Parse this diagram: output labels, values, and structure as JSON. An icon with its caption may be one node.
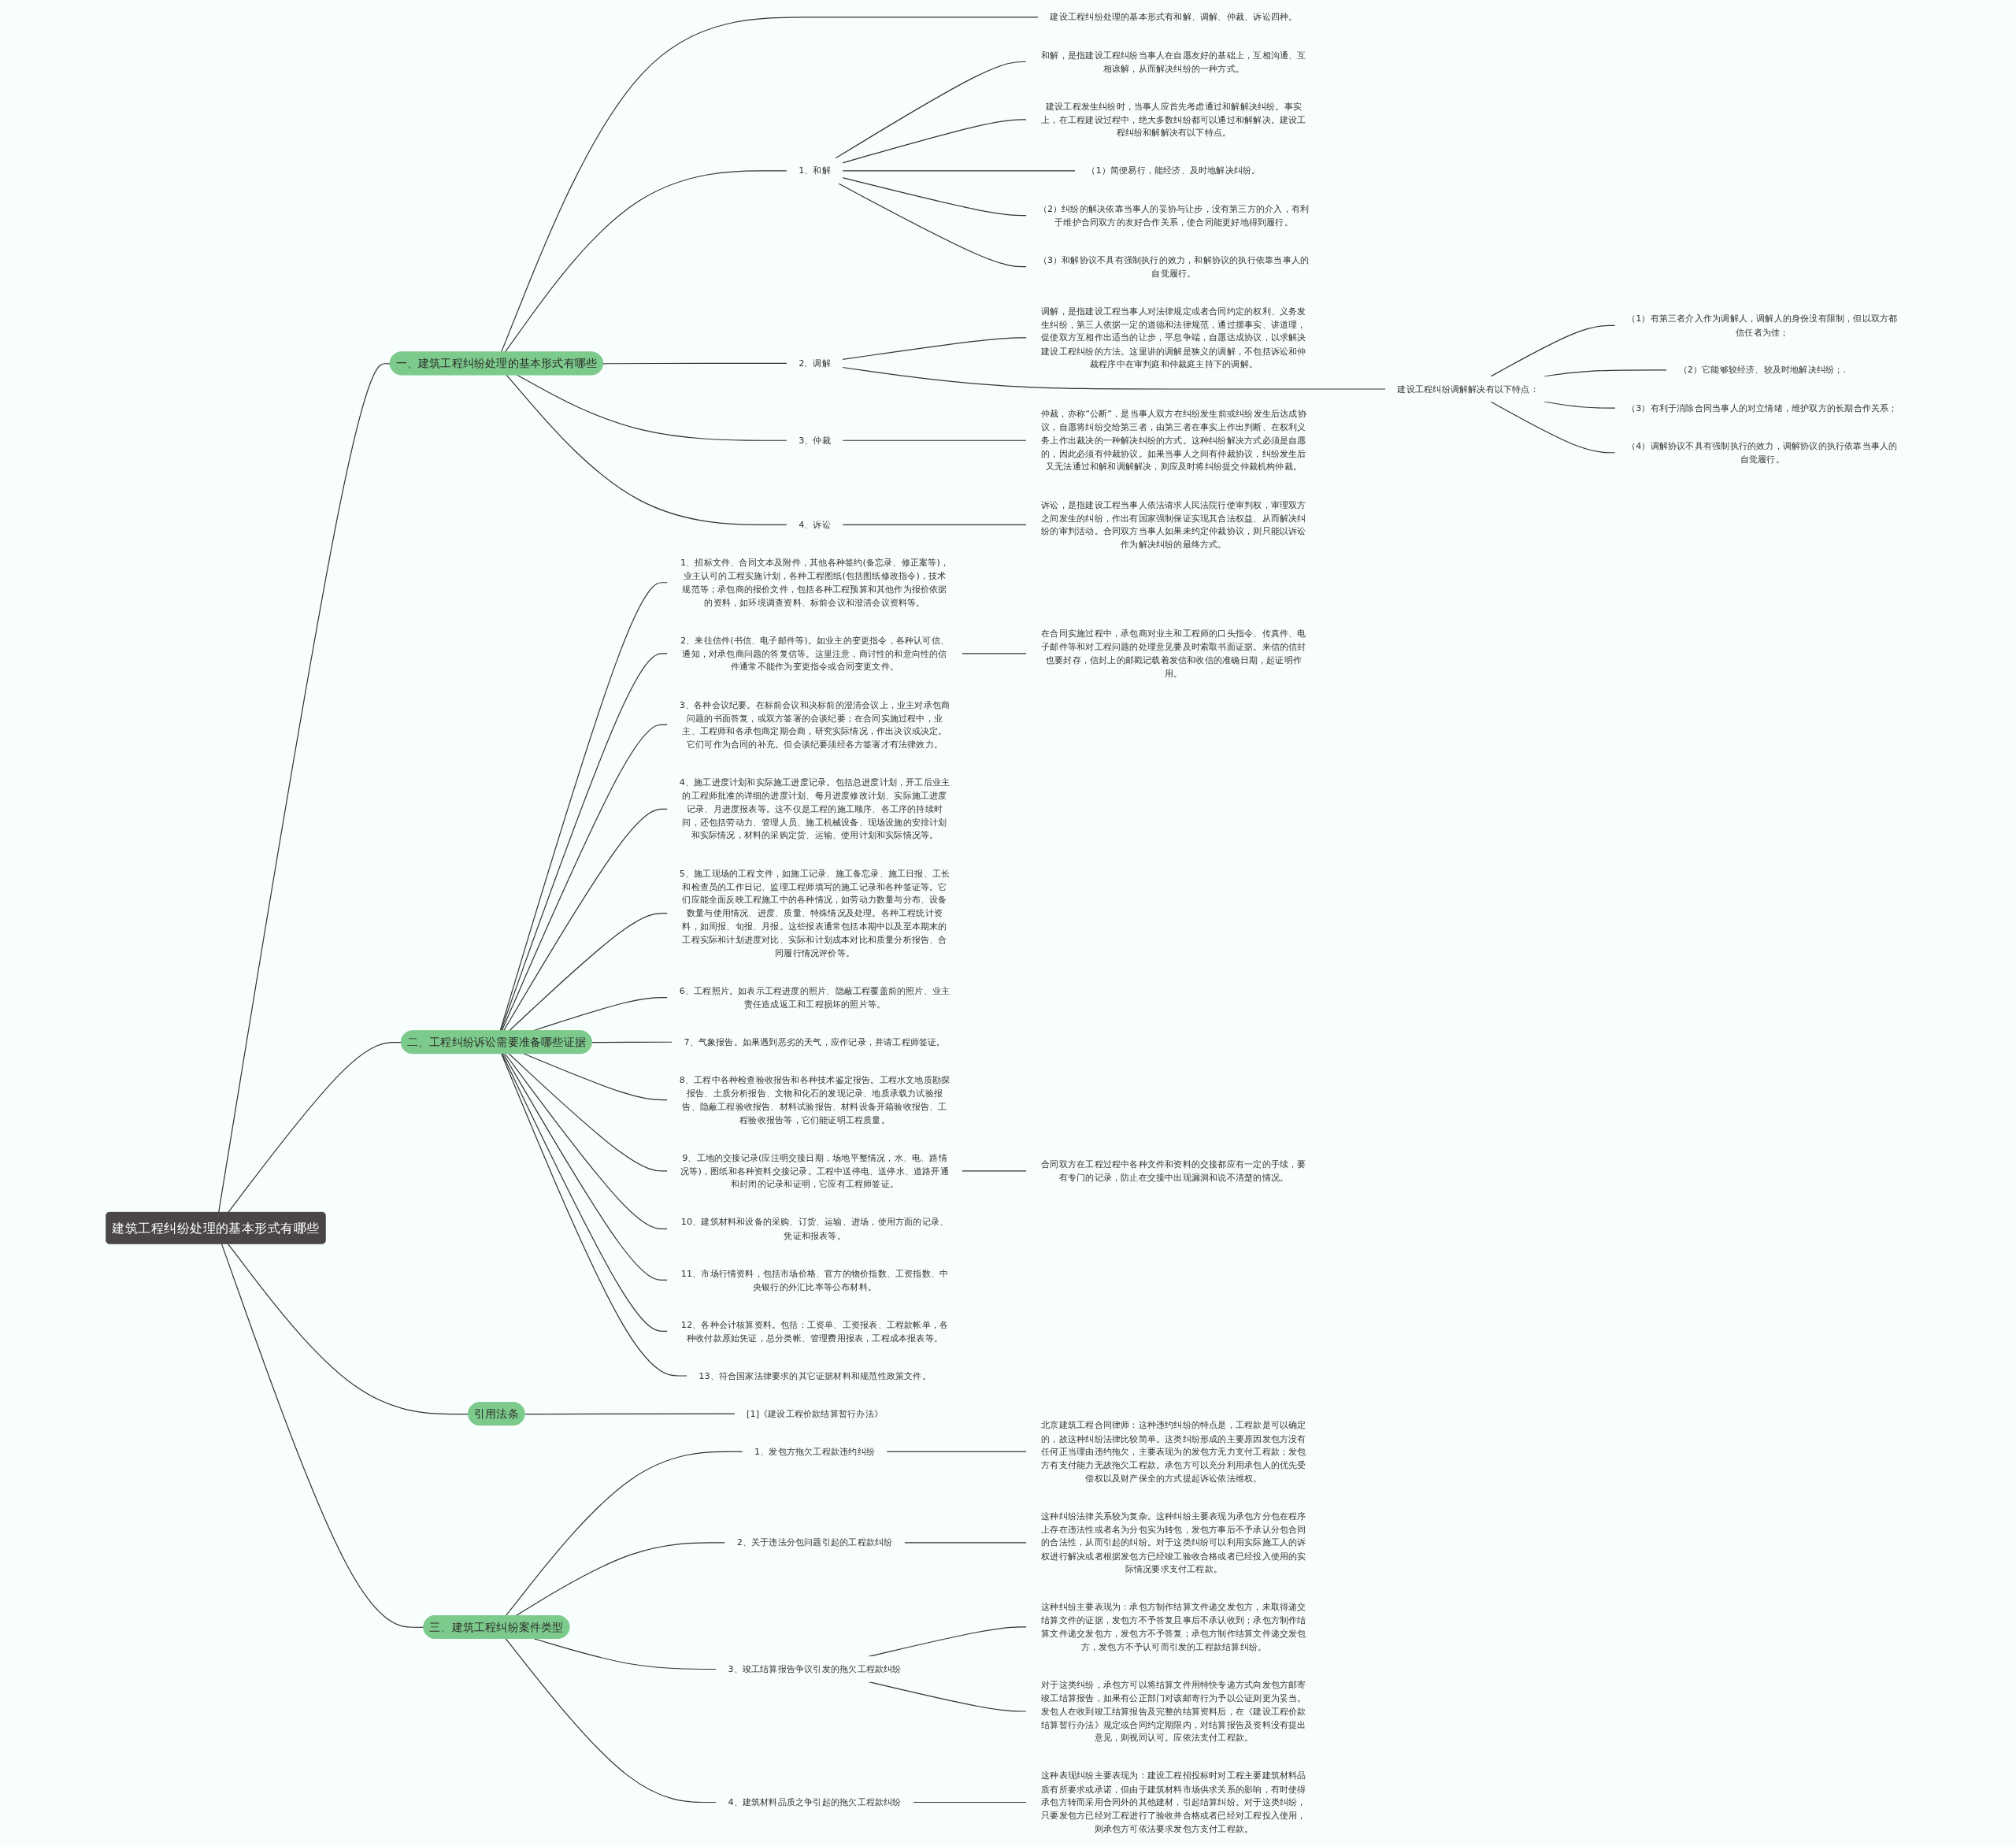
{
  "diagram": {
    "nodes": [
      {
        "text": [
          "建筑工程纠纷处理的基本形式有哪些"
        ]
      },
      {
        "text": [
          "一、建筑工程纠纷处理的基本形式有哪些"
        ]
      },
      {
        "text": [
          "建设工程纠纷处理的基本形式有和解、调解、仲裁、诉讼四种。"
        ]
      },
      {
        "text": [
          "1、和解"
        ]
      },
      {
        "text": [
          "和解，是指建设工程纠纷当事人在自愿友好的基础上，互相沟通、互相谅解，从而解决纠纷的一种方式。"
        ]
      },
      {
        "text": [
          "建设工程发生纠纷时，当事人应首先考虑通过和解解决纠纷。事实上，在工程建设过程中，绝大多数纠纷都可以通过和解解决。建设工程纠纷和解解决有以下特点。"
        ]
      },
      {
        "text": [
          "（1）简便易行，能经济、及时地解决纠纷。"
        ]
      },
      {
        "text": [
          "（2）纠纷的解决依靠当事人的妥协与让步，没有第三方的介入，有利于维护合同双方的友好合作关系，使合同能更好地得到履行。"
        ]
      },
      {
        "text": [
          "（3）和解协议不具有强制执行的效力，和解协议的执行依靠当事人的自觉履行。"
        ]
      },
      {
        "text": [
          "2、调解"
        ]
      },
      {
        "text": [
          "调解，是指建设工程当事人对法律规定或者合同约定的权利、义务发生纠纷，第三人依据一定的道德和法律规范，通过摆事实、讲道理，促使双方互相作出适当的让步，平息争端，自愿达成协议，以求解决建设工程纠纷的方法。这里讲的调解是狭义的调解，不包括诉讼和仲裁程序中在审判庭和仲裁庭主持下的调解。"
        ]
      },
      {
        "text": [
          "建设工程纠纷调解解决有以下特点："
        ]
      },
      {
        "text": [
          "（1）有第三者介入作为调解人，调解人的身份没有限制，但以双方都信任者为佳；"
        ]
      },
      {
        "text": [
          "（2）它能够较经济、较及时地解决纠纷；."
        ]
      },
      {
        "text": [
          "（3）有利于消除合同当事人的对立情绪，维护双方的长期合作关系；"
        ]
      },
      {
        "text": [
          "（4）调解协议不具有强制执行的效力，调解协议的执行依靠当事人的自觉履行。"
        ]
      },
      {
        "text": [
          "3、仲裁"
        ]
      },
      {
        "text": [
          "仲裁，亦称“公断”，是当事人双方在纠纷发生前或纠纷发生后达成协议，自愿将纠纷交给第三者，由第三者在事实上作出判断、在权利义务上作出裁决的一种解决纠纷的方式。这种纠纷解决方式必须是自愿的，因此必须有仲裁协议。如果当事人之间有仲裁协议，纠纷发生后又无法通过和解和调解解决，则应及时将纠纷提交仲裁机构仲裁。"
        ]
      },
      {
        "text": [
          "4、诉讼"
        ]
      },
      {
        "text": [
          "诉讼，是指建设工程当事人依法请求人民法院行使审判权，审理双方之间发生的纠纷，作出有国家强制保证实现其合法权益、从而解决纠纷的审判活动。合同双方当事人如果未约定仲裁协议，则只能以诉讼作为解决纠纷的最终方式。"
        ]
      },
      {
        "text": [
          "二、工程纠纷诉讼需要准备哪些证据"
        ]
      },
      {
        "text": [
          "1、招标文件、合同文本及附件，其他各种签约(备忘录、修正案等)，业主认可的工程实施计划，各种工程图纸(包括图纸修改指令)，技术规范等；承包商的报价文件，包括各种工程预算和其他作为报价依据的资料，如环境调查资料、标前会议和澄清会议资料等。"
        ]
      },
      {
        "text": [
          "2、来往信件(书信、电子邮件等)。如业主的变更指令，各种认可信、通知，对承包商问题的答复信等。这里注意，商讨性的和意向性的信件通常不能作为变更指令或合同变更文件。"
        ]
      },
      {
        "text": [
          "在合同实施过程中，承包商对业主和工程师的口头指令、传真件、电子邮件等和对工程问题的处理意见要及时索取书面证据。来信的信封也要封存，信封上的邮戳记载着发信和收信的准确日期，起证明作用。"
        ]
      },
      {
        "text": [
          "3、各种会议纪要。在标前会议和决标前的澄清会议上，业主对承包商问题的书面答复，或双方签署的会谈纪要；在合同实施过程中，业主、工程师和各承包商定期会商，研究实际情况，作出决议或决定。它们可作为合同的补充。但会谈纪要须经各方签署才有法律效力。"
        ]
      },
      {
        "text": [
          "4、施工进度计划和实际施工进度记录。包括总进度计划，开工后业主的工程师批准的详细的进度计划、每月进度修改计划、实际施工进度记录、月进度报表等。这不仅是工程的施工顺序、各工序的持续时间，还包括劳动力、管理人员、施工机械设备、现场设施的安排计划和实际情况，材料的采购定货、运输、使用计划和实际情况等。"
        ]
      },
      {
        "text": [
          "5、施工现场的工程文件，如施工记录、施工备忘录、施工日报、工长和检查员的工作日记、监理工程师填写的施工记录和各种签证等。它们应能全面反映工程施工中的各种情况，如劳动力数量与分布、设备数量与使用情况、进度、质量、特殊情况及处理。各种工程统计资料，如周报、旬报、月报。这些报表通常包括本期中以及至本期末的工程实际和计划进度对比、实际和计划成本对比和质量分析报告、合同履行情况评价等。"
        ]
      },
      {
        "text": [
          "6、工程照片。如表示工程进度的照片、隐蔽工程覆盖前的照片、业主责任造成返工和工程损坏的照片等。"
        ]
      },
      {
        "text": [
          "7、气象报告。如果遇到恶劣的天气，应作记录，并请工程师签证。"
        ]
      },
      {
        "text": [
          "8、工程中各种检查验收报告和各种技术鉴定报告。工程水文地质勘探报告、土质分析报告、文物和化石的发现记录、地质承载力试验报告、隐蔽工程验收报告、材料试验报告、材料设备开箱验收报告、工程验收报告等，它们能证明工程质量。"
        ]
      },
      {
        "text": [
          "9、工地的交接记录(应注明交接日期，场地平整情况，水、电、路情况等)，图纸和各种资料交接记录。工程中送停电、送停水、道路开通和封闭的记录和证明，它应有工程师签证。"
        ]
      },
      {
        "text": [
          "合同双方在工程过程中各种文件和资料的交接都应有一定的手续，要有专门的记录，防止在交接中出现漏洞和说不清楚的情况。"
        ]
      },
      {
        "text": [
          "10、建筑材料和设备的采购、订货、运输、进场，使用方面的记录、凭证和报表等。"
        ]
      },
      {
        "text": [
          "11、市场行情资料，包括市场价格、官方的物价指数、工资指数、中央银行的外汇比率等公布材料。"
        ]
      },
      {
        "text": [
          "12、各种会计核算资料。包括：工资单、工资报表、工程款帐单，各种收付款原始凭证，总分类帐、管理费用报表，工程成本报表等。"
        ]
      },
      {
        "text": [
          "13、符合国家法律要求的其它证据材料和规范性政策文件。"
        ]
      },
      {
        "text": [
          "引用法条"
        ]
      },
      {
        "text": [
          "[1]《建设工程价款结算暂行办法》"
        ]
      },
      {
        "text": [
          "三、建筑工程纠纷案件类型"
        ]
      },
      {
        "text": [
          "1、发包方拖欠工程款违约纠纷"
        ]
      },
      {
        "text": [
          "北京建筑工程合同律师：这种违约纠纷的特点是，工程款是可以确定的，故这种纠纷法律比较简单。这类纠纷形成的主要原因发包方没有任何正当理由违约拖欠，主要表现为的发包方无力支付工程款；发包方有支付能力无故拖欠工程款。承包方可以充分利用承包人的优先受偿权以及财产保全的方式提起诉讼依法维权。"
        ]
      },
      {
        "text": [
          "2、关于违法分包问题引起的工程款纠纷"
        ]
      },
      {
        "text": [
          "这种纠纷法律关系较为复杂。这种纠纷主要表现为承包方分包在程序上存在违法性或者名为分包实为转包，发包方事后不予承认分包合同的合法性，从而引起的纠纷。对于这类纠纷可以利用实际施工人的诉权进行解决或者根据发包方已经竣工验收合格或者已经投入使用的实际情况要求支付工程款。"
        ]
      },
      {
        "text": [
          "3、竣工结算报告争议引发的拖欠工程款纠纷"
        ]
      },
      {
        "text": [
          "这种纠纷主要表现为：承包方制作结算文件递交发包方，未取得递交结算文件的证据，发包方不予答复且事后不承认收到；承包方制作结算文件递交发包方，发包方不予答复；承包方制作结算文件递交发包方，发包方不予认可而引发的工程款结算纠纷。"
        ]
      },
      {
        "text": [
          "对于这类纠纷，承包方可以将结算文件用特快专递方式向发包方邮寄竣工结算报告，如果有公正部门对该邮寄行为予以公证则更为妥当。发包人在收到竣工结算报告及完整的结算资料后，在《建设工程价款结算暂行办法》规定或合同约定期限内，对结算报告及资料没有提出意见，则视同认可。应依法支付工程款。"
        ]
      },
      {
        "text": [
          "4、建筑材料品质之争引起的拖欠工程款纠纷"
        ]
      },
      {
        "text": [
          "这种表现纠纷主要表现为：建设工程招投标时对工程主要建筑材料品质有所要求或承诺，但由于建筑材料市场供求关系的影响，有时使得承包方转而采用合同外的其他建材，引起结算纠纷。对于这类纠纷，只要发包方已经对工程进行了验收并合格或者已经对工程投入使用，则承包方可依法要求发包方支付工程款。"
        ]
      }
    ],
    "edges": [
      {
        "from": 0,
        "to": 1,
        "arrow": "none"
      },
      {
        "from": 1,
        "to": 2,
        "arrow": "none"
      },
      {
        "from": 1,
        "to": 3,
        "arrow": "none"
      },
      {
        "from": 3,
        "to": 4,
        "arrow": "none"
      },
      {
        "from": 3,
        "to": 5,
        "arrow": "none"
      },
      {
        "from": 3,
        "to": 6,
        "arrow": "none"
      },
      {
        "from": 3,
        "to": 7,
        "arrow": "none"
      },
      {
        "from": 3,
        "to": 8,
        "arrow": "none"
      },
      {
        "from": 1,
        "to": 9,
        "arrow": "none"
      },
      {
        "from": 9,
        "to": 10,
        "arrow": "none"
      },
      {
        "from": 9,
        "to": 11,
        "arrow": "none"
      },
      {
        "from": 11,
        "to": 12,
        "arrow": "none"
      },
      {
        "from": 11,
        "to": 13,
        "arrow": "none"
      },
      {
        "from": 11,
        "to": 14,
        "arrow": "none"
      },
      {
        "from": 11,
        "to": 15,
        "arrow": "none"
      },
      {
        "from": 1,
        "to": 16,
        "arrow": "none"
      },
      {
        "from": 16,
        "to": 17,
        "arrow": "none"
      },
      {
        "from": 1,
        "to": 18,
        "arrow": "none"
      },
      {
        "from": 18,
        "to": 19,
        "arrow": "none"
      },
      {
        "from": 0,
        "to": 20,
        "arrow": "none"
      },
      {
        "from": 20,
        "to": 21,
        "arrow": "none"
      },
      {
        "from": 20,
        "to": 22,
        "arrow": "none"
      },
      {
        "from": 22,
        "to": 23,
        "arrow": "none"
      },
      {
        "from": 20,
        "to": 24,
        "arrow": "none"
      },
      {
        "from": 20,
        "to": 25,
        "arrow": "none"
      },
      {
        "from": 20,
        "to": 26,
        "arrow": "none"
      },
      {
        "from": 20,
        "to": 27,
        "arrow": "none"
      },
      {
        "from": 20,
        "to": 28,
        "arrow": "none"
      },
      {
        "from": 20,
        "to": 29,
        "arrow": "none"
      },
      {
        "from": 20,
        "to": 30,
        "arrow": "none"
      },
      {
        "from": 30,
        "to": 31,
        "arrow": "none"
      },
      {
        "from": 20,
        "to": 32,
        "arrow": "none"
      },
      {
        "from": 20,
        "to": 33,
        "arrow": "none"
      },
      {
        "from": 20,
        "to": 34,
        "arrow": "none"
      },
      {
        "from": 20,
        "to": 35,
        "arrow": "none"
      },
      {
        "from": 0,
        "to": 36,
        "arrow": "none"
      },
      {
        "from": 36,
        "to": 37,
        "arrow": "none"
      },
      {
        "from": 0,
        "to": 38,
        "arrow": "none"
      },
      {
        "from": 38,
        "to": 39,
        "arrow": "none"
      },
      {
        "from": 39,
        "to": 40,
        "arrow": "none"
      },
      {
        "from": 38,
        "to": 41,
        "arrow": "none"
      },
      {
        "from": 41,
        "to": 42,
        "arrow": "none"
      },
      {
        "from": 38,
        "to": 43,
        "arrow": "none"
      },
      {
        "from": 43,
        "to": 44,
        "arrow": "none"
      },
      {
        "from": 43,
        "to": 45,
        "arrow": "none"
      },
      {
        "from": 38,
        "to": 46,
        "arrow": "none"
      },
      {
        "from": 46,
        "to": 47,
        "arrow": "none"
      }
    ]
  }
}
